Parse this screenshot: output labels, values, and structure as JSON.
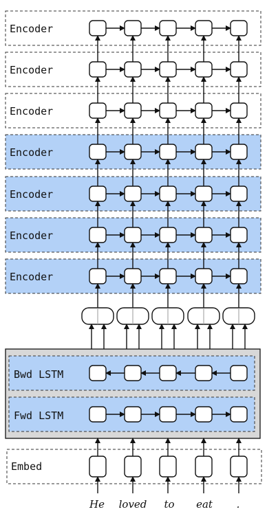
{
  "encoder_label": "Encoder",
  "bwd_label": "Bwd LSTM",
  "fwd_label": "Fwd LSTM",
  "embed_label": "Embed",
  "words": [
    "He",
    "loved",
    "to",
    "eat",
    "."
  ],
  "encoder_layers": [
    {
      "label": "Encoder",
      "highlighted": false
    },
    {
      "label": "Encoder",
      "highlighted": false
    },
    {
      "label": "Encoder",
      "highlighted": false
    },
    {
      "label": "Encoder",
      "highlighted": true
    },
    {
      "label": "Encoder",
      "highlighted": true
    },
    {
      "label": "Encoder",
      "highlighted": true
    },
    {
      "label": "Encoder",
      "highlighted": true
    }
  ],
  "colors": {
    "highlight_fill": "#b3d1f7",
    "bilstm_container": "#d8d8d8"
  }
}
